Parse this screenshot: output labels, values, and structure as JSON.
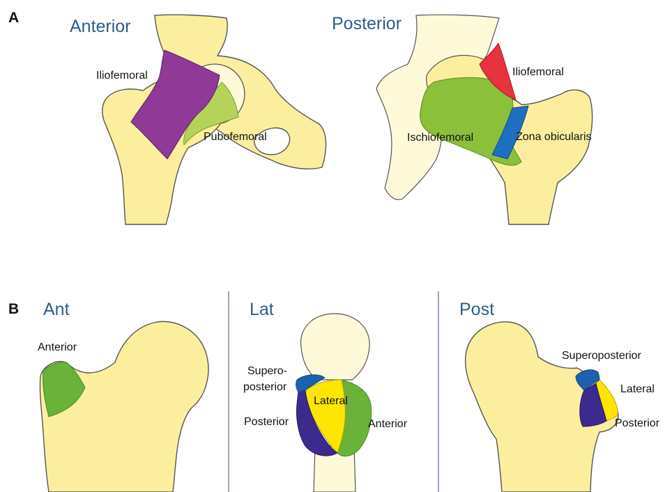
{
  "colors": {
    "title": "#2e5d8c",
    "bone": "#fbef9f",
    "bone_pale": "#fdf9d9",
    "iliofemoral_anterior": "#8e3a96",
    "pubofemoral": "#b5d35a",
    "iliofemoral_posterior": "#e8323f",
    "ischiofemoral": "#8cbf3a",
    "zona_orbicularis": "#1f6fc0",
    "anterior_zone": "#6ab23a",
    "lateral_zone": "#ffe600",
    "posterior_zone": "#3c2a8e",
    "superoposterior_zone": "#1e5fae",
    "divider": "#7b8aa8"
  },
  "panel_a": {
    "letter": "A",
    "anterior": {
      "title": "Anterior",
      "iliofemoral_label": "Iliofemoral",
      "pubofemoral_label": "Pubofemoral"
    },
    "posterior": {
      "title": "Posterior",
      "iliofemoral_label": "Iliofemoral",
      "ischiofemoral_label": "Ischiofemoral",
      "zona_label": "Zona obicularis"
    }
  },
  "panel_b": {
    "letter": "B",
    "ant": {
      "title": "Ant",
      "anterior_label": "Anterior"
    },
    "lat": {
      "title": "Lat",
      "supero_label_1": "Supero-",
      "supero_label_2": "posterior",
      "lateral_label": "Lateral",
      "posterior_label": "Posterior",
      "anterior_label": "Anterior"
    },
    "post": {
      "title": "Post",
      "superoposterior_label": "Superoposterior",
      "lateral_label": "Lateral",
      "posterior_label": "Posterior"
    }
  }
}
